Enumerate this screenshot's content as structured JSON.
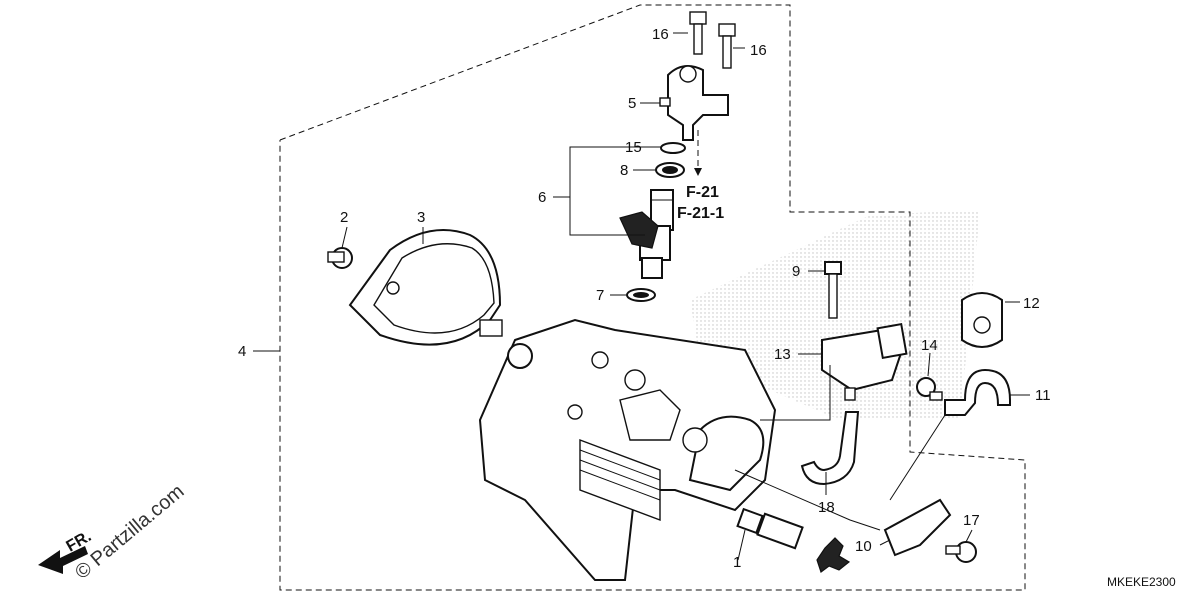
{
  "diagram": {
    "labels": {
      "p1": "1",
      "p2": "2",
      "p3": "3",
      "p4": "4",
      "p5": "5",
      "p6": "6",
      "p7": "7",
      "p8": "8",
      "p9": "9",
      "p10": "10",
      "p11": "11",
      "p12": "12",
      "p13": "13",
      "p14": "14",
      "p15": "15",
      "p16a": "16",
      "p16b": "16",
      "p17": "17",
      "p18": "18"
    },
    "refs": {
      "f21": "F-21",
      "f211": "F-21-1"
    },
    "diagram_code": "MKEKE2300",
    "direction_label": "FR.",
    "watermark": "© Partzilla.com"
  }
}
